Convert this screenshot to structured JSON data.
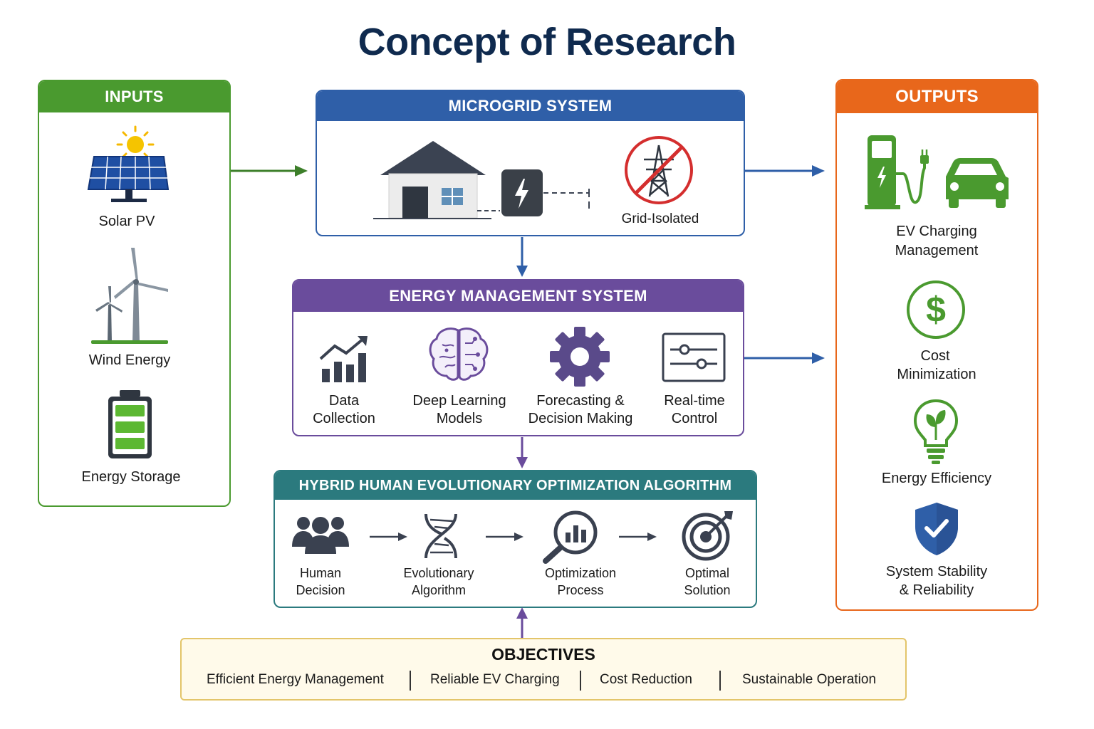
{
  "title": "Concept of Research",
  "colors": {
    "inputs": "#4a9a2f",
    "microgrid": "#2f5fa8",
    "ems": "#6a4c9c",
    "hheoa": "#2b7a7e",
    "outputs": "#e8671b",
    "objectives_border": "#e3c56a",
    "objectives_bg": "#fffaea"
  },
  "inputs": {
    "header": "INPUTS",
    "items": [
      {
        "label": "Solar PV",
        "icon": "solar-panel-icon"
      },
      {
        "label": "Wind Energy",
        "icon": "wind-turbine-icon"
      },
      {
        "label": "Energy Storage",
        "icon": "battery-icon"
      }
    ]
  },
  "microgrid": {
    "header": "MICROGRID SYSTEM",
    "grid_label": "Grid-Isolated",
    "icons": [
      "house-icon",
      "battery-storage-icon",
      "no-grid-icon"
    ]
  },
  "ems": {
    "header": "ENERGY MANAGEMENT SYSTEM",
    "items": [
      {
        "line1": "Data",
        "line2": "Collection",
        "icon": "chart-icon"
      },
      {
        "line1": "Deep Learning",
        "line2": "Models",
        "icon": "brain-icon"
      },
      {
        "line1": "Forecasting &",
        "line2": "Decision Making",
        "icon": "gear-icon"
      },
      {
        "line1": "Real-time",
        "line2": "Control",
        "icon": "sliders-icon"
      }
    ]
  },
  "hheoa": {
    "header": "HYBRID HUMAN EVOLUTIONARY OPTIMIZATION ALGORITHM",
    "steps": [
      {
        "line1": "Human",
        "line2": "Decision",
        "icon": "people-icon"
      },
      {
        "line1": "Evolutionary",
        "line2": "Algorithm",
        "icon": "dna-icon"
      },
      {
        "line1": "Optimization",
        "line2": "Process",
        "icon": "magnifier-chart-icon"
      },
      {
        "line1": "Optimal",
        "line2": "Solution",
        "icon": "target-icon"
      }
    ]
  },
  "outputs": {
    "header": "OUTPUTS",
    "items": [
      {
        "line1": "EV Charging",
        "line2": "Management",
        "icon": "ev-charger-icon"
      },
      {
        "line1": "Cost",
        "line2": "Minimization",
        "icon": "dollar-icon"
      },
      {
        "line1": "Energy Efficiency",
        "line2": "",
        "icon": "lightbulb-icon"
      },
      {
        "line1": "System Stability",
        "line2": "& Reliability",
        "icon": "shield-check-icon"
      }
    ]
  },
  "objectives": {
    "header": "OBJECTIVES",
    "items": [
      "Efficient Energy Management",
      "Reliable EV Charging",
      "Cost Reduction",
      "Sustainable Operation"
    ]
  }
}
